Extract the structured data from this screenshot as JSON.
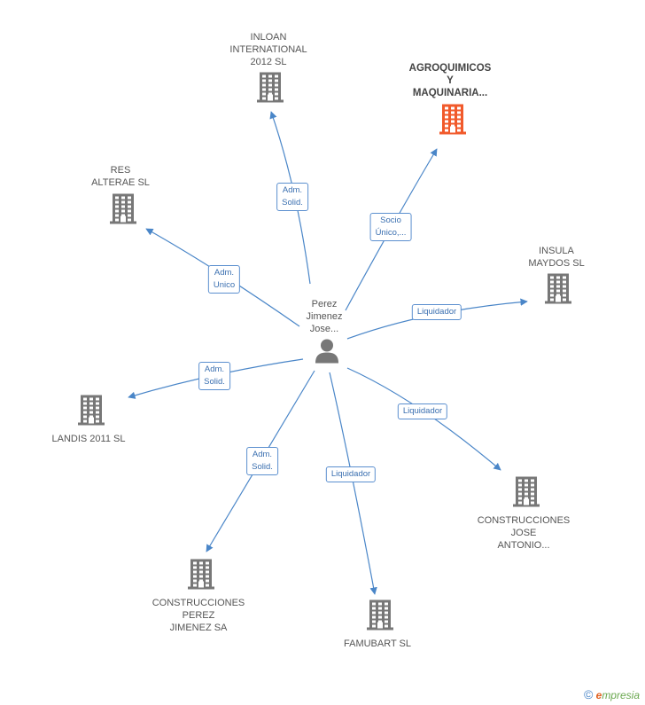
{
  "center": {
    "name_lines": [
      "Perez",
      "Jimenez",
      "Jose..."
    ],
    "icon": "person-icon"
  },
  "nodes": [
    {
      "id": "inloan",
      "lines": [
        "INLOAN",
        "INTERNATIONAL",
        "2012 SL"
      ],
      "icon": "building-icon",
      "color": "#777777",
      "highlight": false
    },
    {
      "id": "agroquimicos",
      "lines": [
        "AGROQUIMICOS",
        "Y",
        "MAQUINARIA..."
      ],
      "icon": "building-icon",
      "color": "#f15a2b",
      "highlight": true
    },
    {
      "id": "res",
      "lines": [
        "RES",
        "ALTERAE SL"
      ],
      "icon": "building-icon",
      "color": "#777777",
      "highlight": false
    },
    {
      "id": "insula",
      "lines": [
        "INSULA",
        "MAYDOS SL"
      ],
      "icon": "building-icon",
      "color": "#777777",
      "highlight": false
    },
    {
      "id": "landis",
      "lines": [
        "LANDIS 2011 SL"
      ],
      "icon": "building-icon",
      "color": "#777777",
      "highlight": false
    },
    {
      "id": "construcciones_jose",
      "lines": [
        "CONSTRUCCIONES",
        "JOSE",
        "ANTONIO..."
      ],
      "icon": "building-icon",
      "color": "#777777",
      "highlight": false
    },
    {
      "id": "construcciones_perez",
      "lines": [
        "CONSTRUCCIONES",
        "PEREZ",
        "JIMENEZ SA"
      ],
      "icon": "building-icon",
      "color": "#777777",
      "highlight": false
    },
    {
      "id": "famubart",
      "lines": [
        "FAMUBART SL"
      ],
      "icon": "building-icon",
      "color": "#777777",
      "highlight": false
    }
  ],
  "relations": [
    {
      "target": "inloan",
      "lines": [
        "Adm.",
        "Solid."
      ]
    },
    {
      "target": "agroquimicos",
      "lines": [
        "Socio",
        "Único,..."
      ]
    },
    {
      "target": "res",
      "lines": [
        "Adm.",
        "Unico"
      ]
    },
    {
      "target": "insula",
      "lines": [
        "Liquidador"
      ]
    },
    {
      "target": "landis",
      "lines": [
        "Adm.",
        "Solid."
      ]
    },
    {
      "target": "construcciones_jose",
      "lines": [
        "Liquidador"
      ]
    },
    {
      "target": "construcciones_perez",
      "lines": [
        "Adm.",
        "Solid."
      ]
    },
    {
      "target": "famubart",
      "lines": [
        "Liquidador"
      ]
    }
  ],
  "colors": {
    "edge": "#4a86c8",
    "accent": "#f15a2b",
    "node": "#777777"
  },
  "footer": {
    "copyright": "©",
    "brand_initial": "e",
    "brand_rest": "mpresia"
  }
}
